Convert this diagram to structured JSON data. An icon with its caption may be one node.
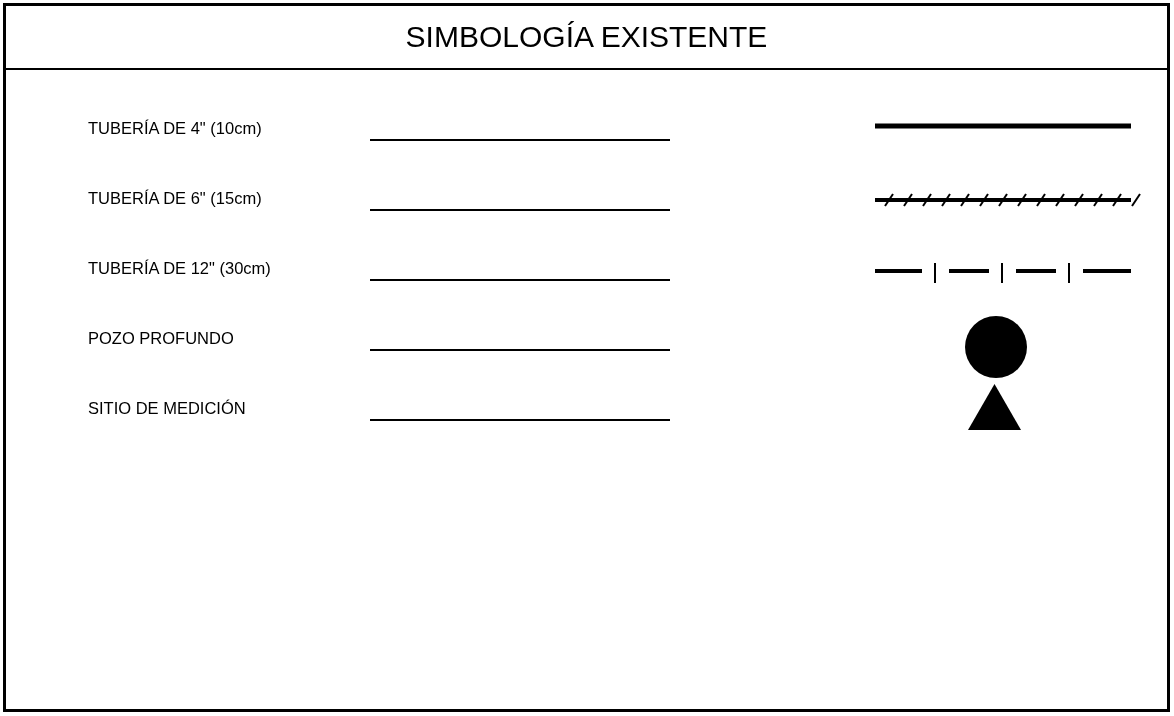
{
  "diagram": {
    "title": "SIMBOLOGÍA EXISTENTE",
    "legend": [
      {
        "text": "TUBERÍA DE 4\" (10cm)"
      },
      {
        "text": "TUBERÍA DE 6\" (15cm)"
      },
      {
        "text": "TUBERÍA DE 12\" (30cm)"
      },
      {
        "text": "POZO PROFUNDO"
      },
      {
        "text": "SITIO DE MEDICIÓN"
      }
    ]
  }
}
